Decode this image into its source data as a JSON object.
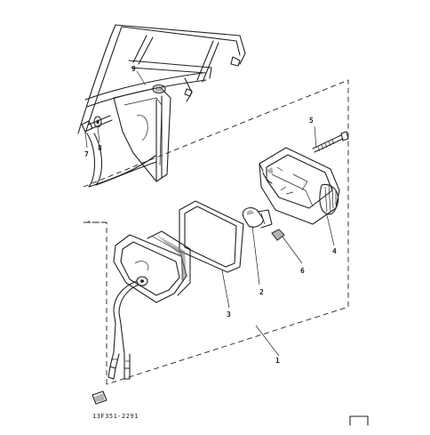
{
  "diagram": {
    "part_number": "13F351-2291",
    "callouts": [
      {
        "id": "c1",
        "label": "1"
      },
      {
        "id": "c2",
        "label": "2"
      },
      {
        "id": "c3",
        "label": "3"
      },
      {
        "id": "c4",
        "label": "4"
      },
      {
        "id": "c5",
        "label": "5"
      },
      {
        "id": "c6",
        "label": "6"
      },
      {
        "id": "c7",
        "label": "7"
      },
      {
        "id": "c8",
        "label": "8"
      },
      {
        "id": "c9",
        "label": "9"
      }
    ],
    "colors": {
      "line": "#222222",
      "background": "#ffffff"
    }
  }
}
